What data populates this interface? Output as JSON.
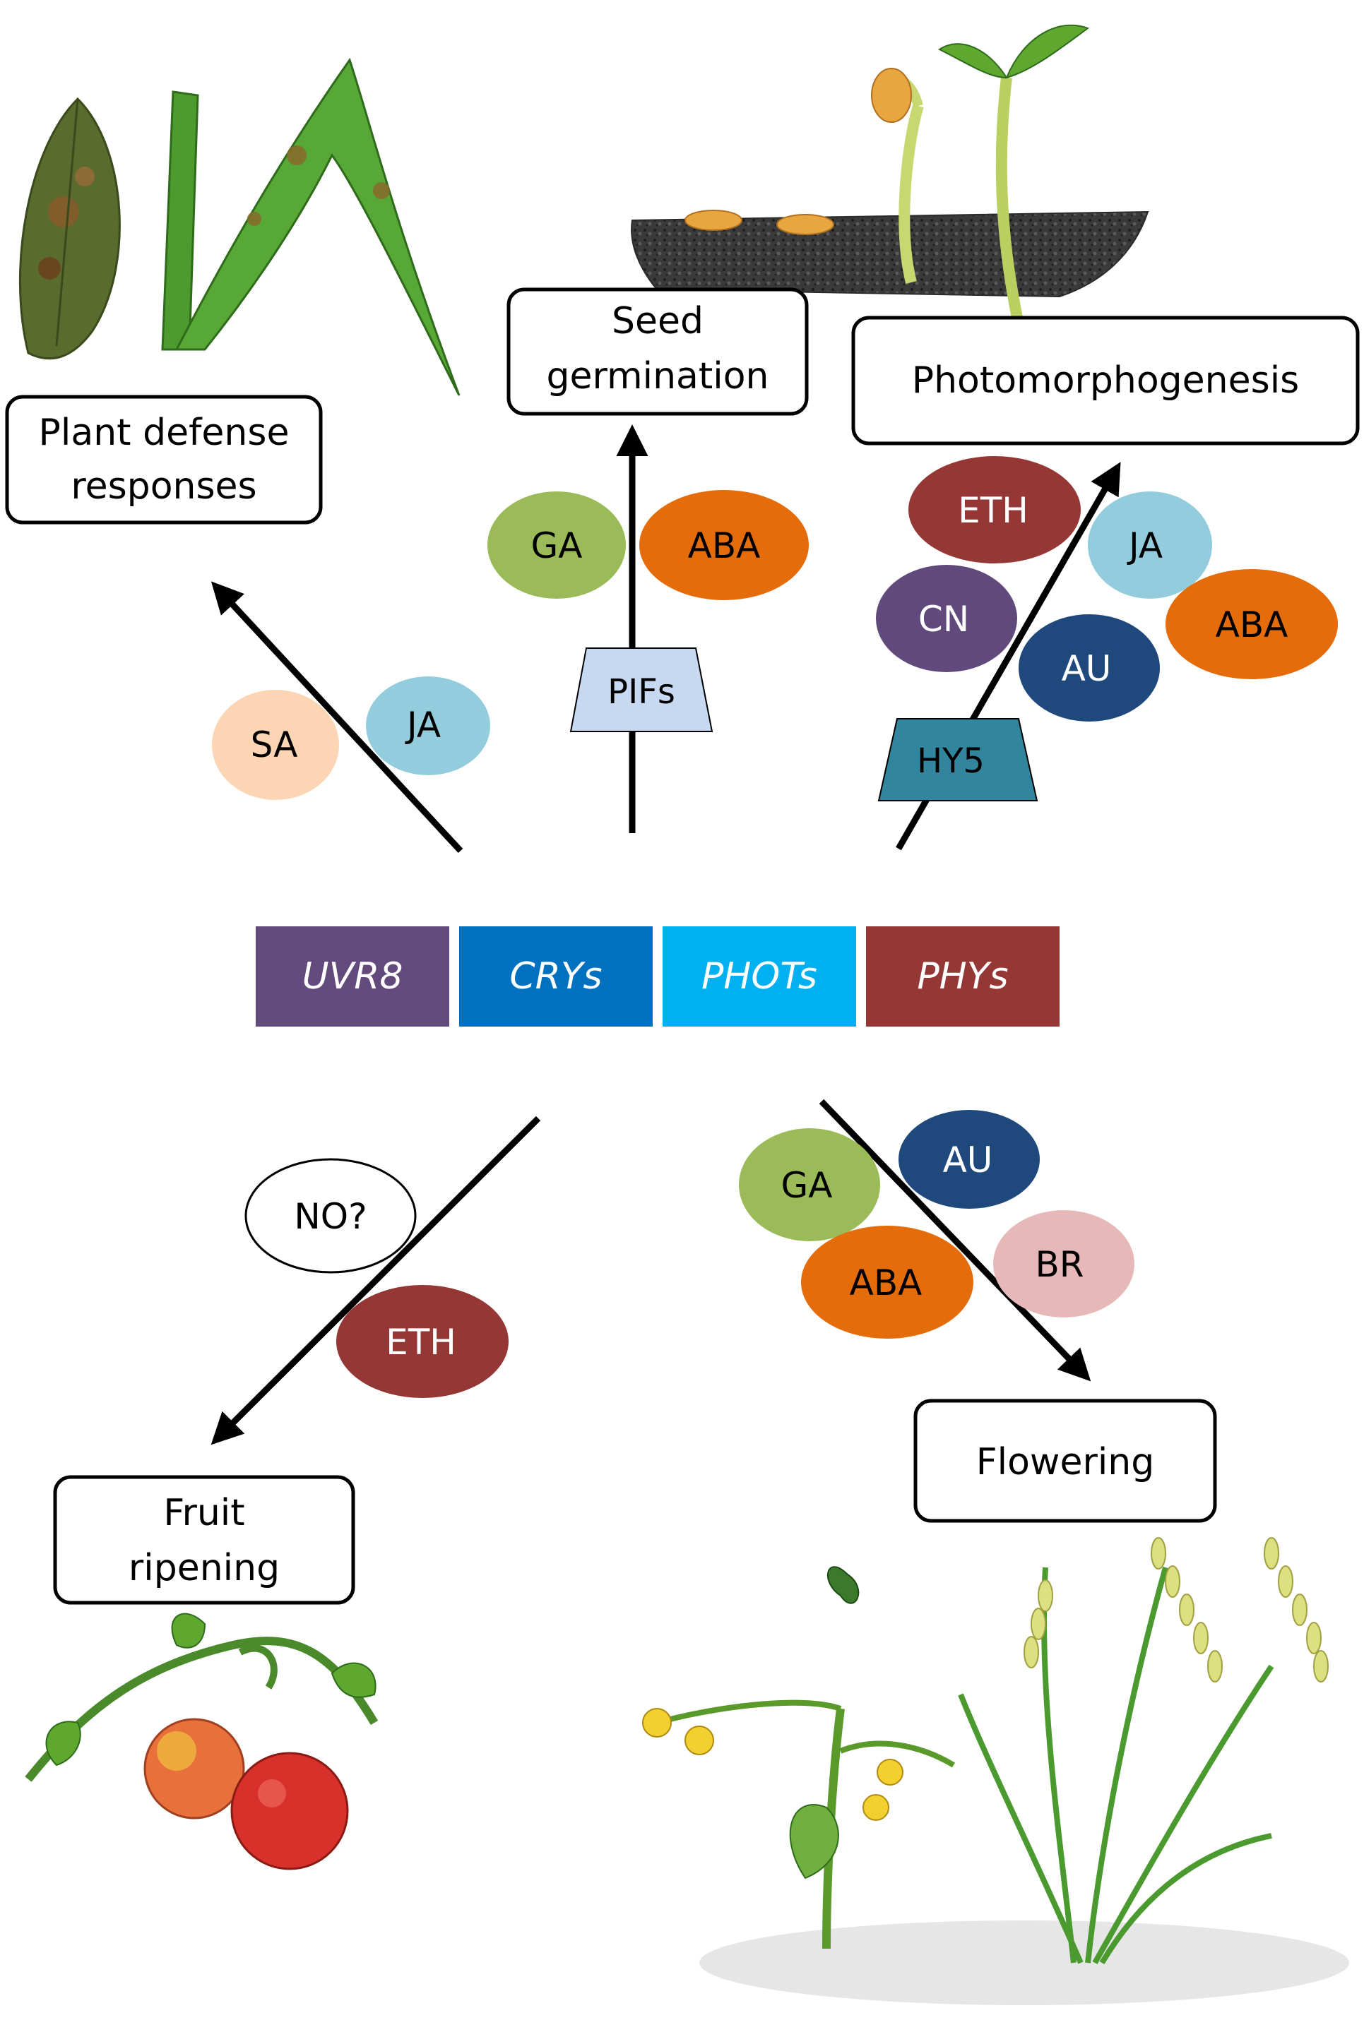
{
  "outcomes": {
    "defense": {
      "line1": "Plant defense",
      "line2": "responses"
    },
    "seed": {
      "line1": "Seed",
      "line2": "germination"
    },
    "photo": {
      "line1": "Photomorphogenesis"
    },
    "fruit": {
      "line1": "Fruit",
      "line2": "ripening"
    },
    "flowering": {
      "line1": "Flowering"
    }
  },
  "photoreceptors": [
    {
      "label": "UVR8",
      "color": "#624b7c"
    },
    {
      "label": "CRYs",
      "color": "#0070c0"
    },
    {
      "label": "PHOTs",
      "color": "#00b0f0"
    },
    {
      "label": "PHYs",
      "color": "#953735"
    }
  ],
  "transcription_factors": {
    "pifs": {
      "label": "PIFs",
      "color": "#c6d9f1"
    },
    "hy5": {
      "label": "HY5",
      "color": "#31859c"
    }
  },
  "hormones": {
    "defense_sa": {
      "label": "SA",
      "color": "#fcd5b5"
    },
    "defense_ja": {
      "label": "JA",
      "color": "#93cddd"
    },
    "seed_ga": {
      "label": "GA",
      "color": "#9bbb59"
    },
    "seed_aba": {
      "label": "ABA",
      "color": "#e46c0a"
    },
    "photo_eth": {
      "label": "ETH",
      "color": "#953735"
    },
    "photo_ja": {
      "label": "JA",
      "color": "#93cddd"
    },
    "photo_cn": {
      "label": "CN",
      "color": "#604a7b"
    },
    "photo_au": {
      "label": "AU",
      "color": "#1f497d"
    },
    "photo_aba": {
      "label": "ABA",
      "color": "#e46c0a"
    },
    "fruit_no": {
      "label": "NO?",
      "color": "#ffffff"
    },
    "fruit_eth": {
      "label": "ETH",
      "color": "#953735"
    },
    "flower_ga": {
      "label": "GA",
      "color": "#9bbb59"
    },
    "flower_au": {
      "label": "AU",
      "color": "#1f497d"
    },
    "flower_aba": {
      "label": "ABA",
      "color": "#e46c0a"
    },
    "flower_br": {
      "label": "BR",
      "color": "#e6b9b8"
    }
  },
  "illustrations": {
    "defense": "diseased-leaves-illustration",
    "seed": "germinating-seedlings-illustration",
    "fruit": "tomato-fruit-illustration",
    "flowering": "flowering-plants-illustration"
  }
}
